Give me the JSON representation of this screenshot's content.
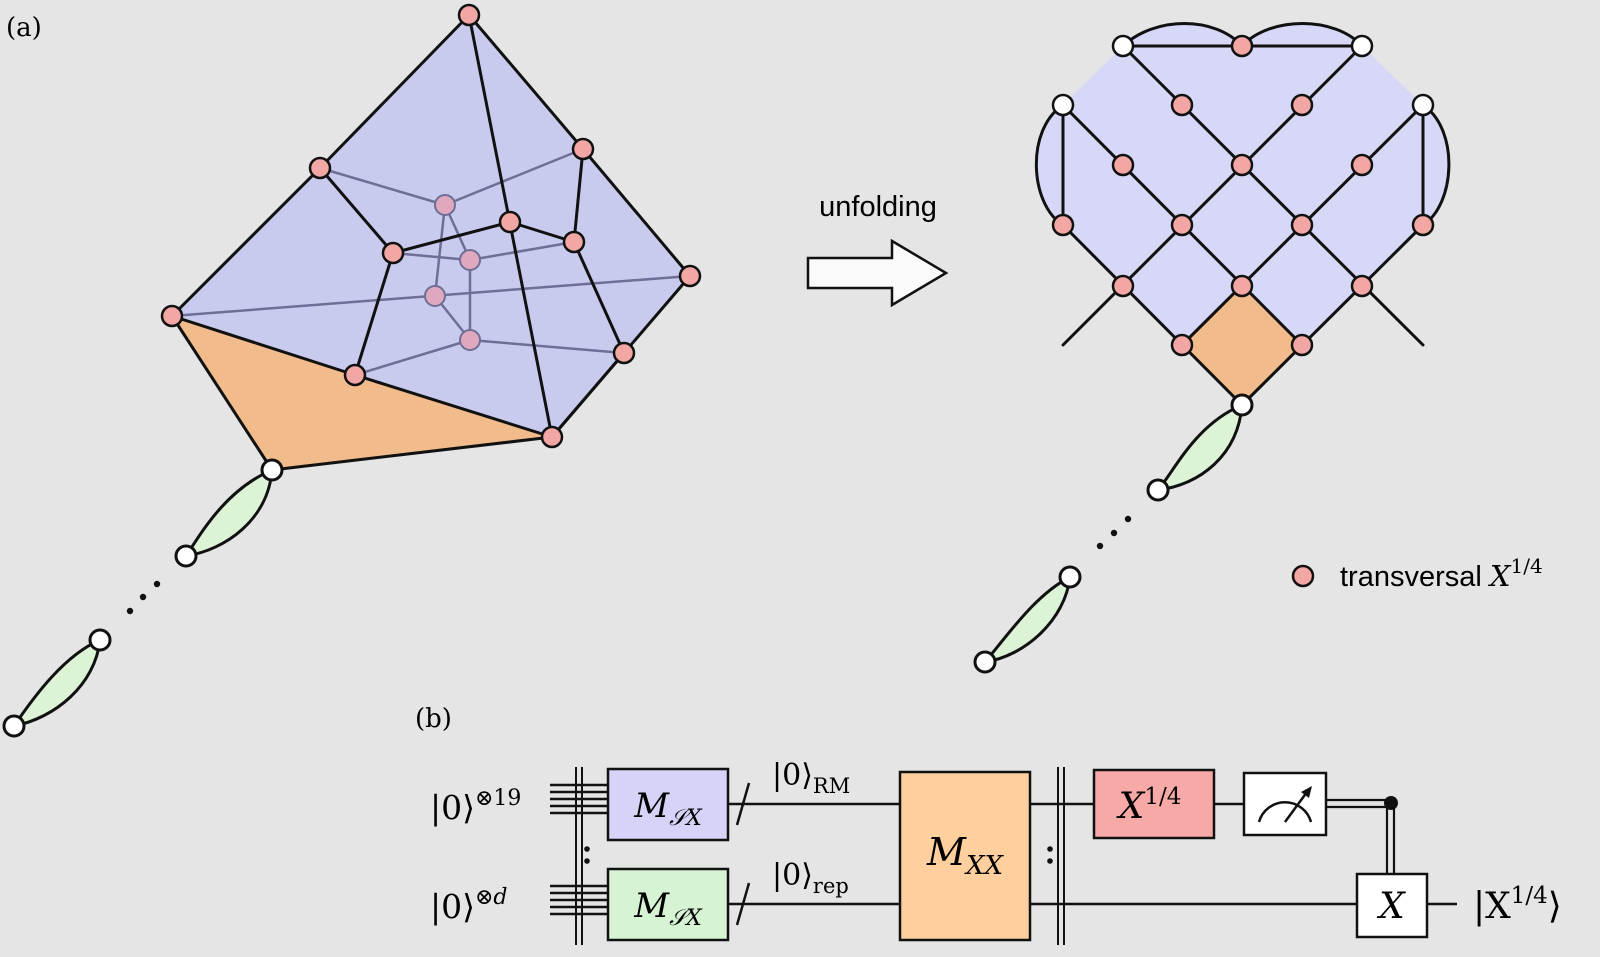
{
  "panel_a": {
    "label": "(a)",
    "arrow_label": "unfolding"
  },
  "legend": {
    "text": "transversal ",
    "math": "X",
    "sup": "1/4"
  },
  "panel_b": {
    "label": "(b)",
    "input_top": {
      "ket": "|0⟩",
      "sup": "⊗19"
    },
    "input_bottom": {
      "ket": "|0⟩",
      "sup": "⊗d"
    },
    "gate_msx_top": {
      "main": "M",
      "sub": "𝒮X"
    },
    "gate_msx_bottom": {
      "main": "M",
      "sub": "𝒮X"
    },
    "wire_top_label": {
      "ket": "|0⟩",
      "sub": "RM"
    },
    "wire_bottom_label": {
      "ket": "|0⟩",
      "sub": "rep"
    },
    "gate_mxx": {
      "main": "M",
      "sub": "XX"
    },
    "gate_x14": {
      "main": "X",
      "sup": "1/4"
    },
    "gate_x": "X",
    "output": {
      "ket_open": "|X",
      "sup": "1/4",
      "ket_close": "⟩"
    }
  },
  "colors": {
    "face_blue": "#c9cbee",
    "face_lavender": "#d7d7f8",
    "face_orange": "#f1bb8b",
    "face_green": "#dcf3d6",
    "node_red": "#f3a7a5",
    "node_white": "#ffffff",
    "gate_blue": "#d5d4f8",
    "gate_green": "#d6f3d3",
    "gate_orange": "#ffcf9d",
    "gate_red": "#f6a9a7",
    "background": "#e5e5e5"
  }
}
